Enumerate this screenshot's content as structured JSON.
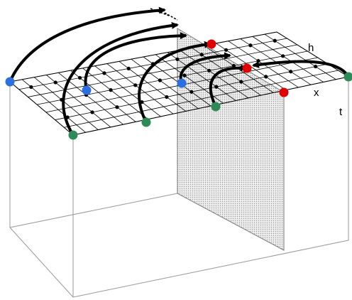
{
  "labels": {
    "h": "h",
    "x": "x",
    "t": "t"
  },
  "colors": {
    "blue": "#2b6fe0",
    "green": "#2e8b57",
    "red": "#e00000",
    "grid": "#000000",
    "box": "#999999",
    "plane": "#d9d9d9",
    "arrow": "#000000"
  }
}
